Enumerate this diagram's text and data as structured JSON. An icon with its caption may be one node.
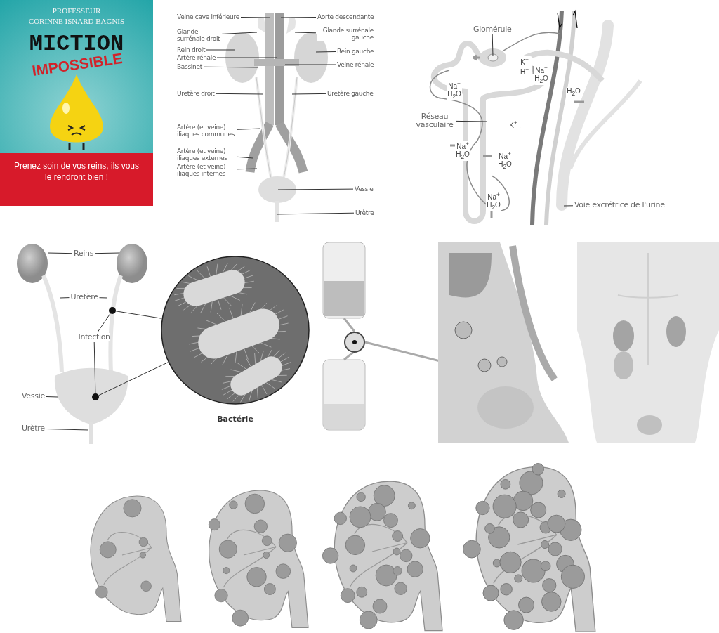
{
  "diagram": {
    "nodes": [
      {
        "text": [
          "PROFESSEUR",
          "CORINNE ISNARD BAGNIS",
          "MICTION",
          "IMPOSSIBLE",
          "Prenez soin de vos reins, ils vous le rendront bien !"
        ]
      },
      {
        "text": [
          "Veine cave inférieure"
        ]
      },
      {
        "text": [
          "Aorte descendante"
        ]
      },
      {
        "text": [
          "Glande surrénale droit"
        ]
      },
      {
        "text": [
          "Glande surrénale gauche"
        ]
      },
      {
        "text": [
          "Rein droit"
        ]
      },
      {
        "text": [
          "Rein gauche"
        ]
      },
      {
        "text": [
          "Artère rénale"
        ]
      },
      {
        "text": [
          "Veine rénale"
        ]
      },
      {
        "text": [
          "Bassinet"
        ]
      },
      {
        "text": [
          "Uretère droit"
        ]
      },
      {
        "text": [
          "Uretère gauche"
        ]
      },
      {
        "text": [
          "Artère (et veine) iliaques communes"
        ]
      },
      {
        "text": [
          "Artère (et veine) iliaques externes"
        ]
      },
      {
        "text": [
          "Artère (et veine) iliaques internes"
        ]
      },
      {
        "text": [
          "Vessie"
        ]
      },
      {
        "text": [
          "Urètre"
        ]
      },
      {
        "text": [
          "Glomérule"
        ]
      },
      {
        "text": [
          "Réseau vasculaire"
        ]
      },
      {
        "text": [
          "Voie excrétrice de l'urine"
        ]
      },
      {
        "text": [
          "Reins"
        ]
      },
      {
        "text": [
          "Uretère"
        ]
      },
      {
        "text": [
          "Infection"
        ]
      },
      {
        "text": [
          "Vessie"
        ]
      },
      {
        "text": [
          "Urètre"
        ]
      },
      {
        "text": [],
        "shape": "picture",
        "beside": [
          "Bactérie"
        ]
      },
      {
        "text": [],
        "shape": "circle"
      },
      {
        "text": [],
        "shape": "circle"
      }
    ],
    "edges": [
      {
        "from": 1,
        "to": null,
        "arrow": "none"
      },
      {
        "from": 2,
        "to": null,
        "arrow": "none"
      },
      {
        "from": 3,
        "to": null,
        "arrow": "none"
      },
      {
        "from": 4,
        "to": null,
        "arrow": "none"
      },
      {
        "from": 5,
        "to": null,
        "arrow": "none"
      },
      {
        "from": 6,
        "to": null,
        "arrow": "none"
      },
      {
        "from": 7,
        "to": null,
        "arrow": "none"
      },
      {
        "from": 8,
        "to": null,
        "arrow": "none"
      },
      {
        "from": 9,
        "to": null,
        "arrow": "none"
      },
      {
        "from": 10,
        "to": null,
        "arrow": "none"
      },
      {
        "from": 11,
        "to": null,
        "arrow": "none"
      },
      {
        "from": 12,
        "to": null,
        "arrow": "none"
      },
      {
        "from": 13,
        "to": null,
        "arrow": "none"
      },
      {
        "from": 14,
        "to": null,
        "arrow": "none"
      },
      {
        "from": 15,
        "to": null,
        "arrow": "none"
      },
      {
        "from": 16,
        "to": null,
        "arrow": "none"
      },
      {
        "from": 17,
        "to": null,
        "arrow": "none"
      },
      {
        "from": 18,
        "to": null,
        "arrow": "none"
      },
      {
        "from": 19,
        "to": null,
        "arrow": "none"
      },
      {
        "from": 20,
        "to": null,
        "arrow": "none"
      },
      {
        "from": 20,
        "to": null,
        "arrow": "none"
      },
      {
        "from": 21,
        "to": null,
        "arrow": "none"
      },
      {
        "from": 21,
        "to": null,
        "arrow": "none"
      },
      {
        "from": 22,
        "to": 26,
        "arrow": "none"
      },
      {
        "from": 22,
        "to": 27,
        "arrow": "none"
      },
      {
        "from": 23,
        "to": null,
        "arrow": "none"
      },
      {
        "from": 24,
        "to": null,
        "arrow": "none"
      },
      {
        "from": 26,
        "to": 25,
        "arrow": "none"
      },
      {
        "from": 27,
        "to": 25,
        "arrow": "none"
      }
    ],
    "labels": [
      "Na$^{+}$ H$_{2}$O",
      "K$^{+}$ H$^{+}$",
      "Na$^{+}$ H$_{2}$O",
      "H$_{2}$O",
      "K$^{+}$",
      "Na$^{+}$ H$_{2}$O",
      "Na$^{+}$ H$_{2}$O",
      "Na$^{+}$ H$_{2}$O"
    ]
  }
}
